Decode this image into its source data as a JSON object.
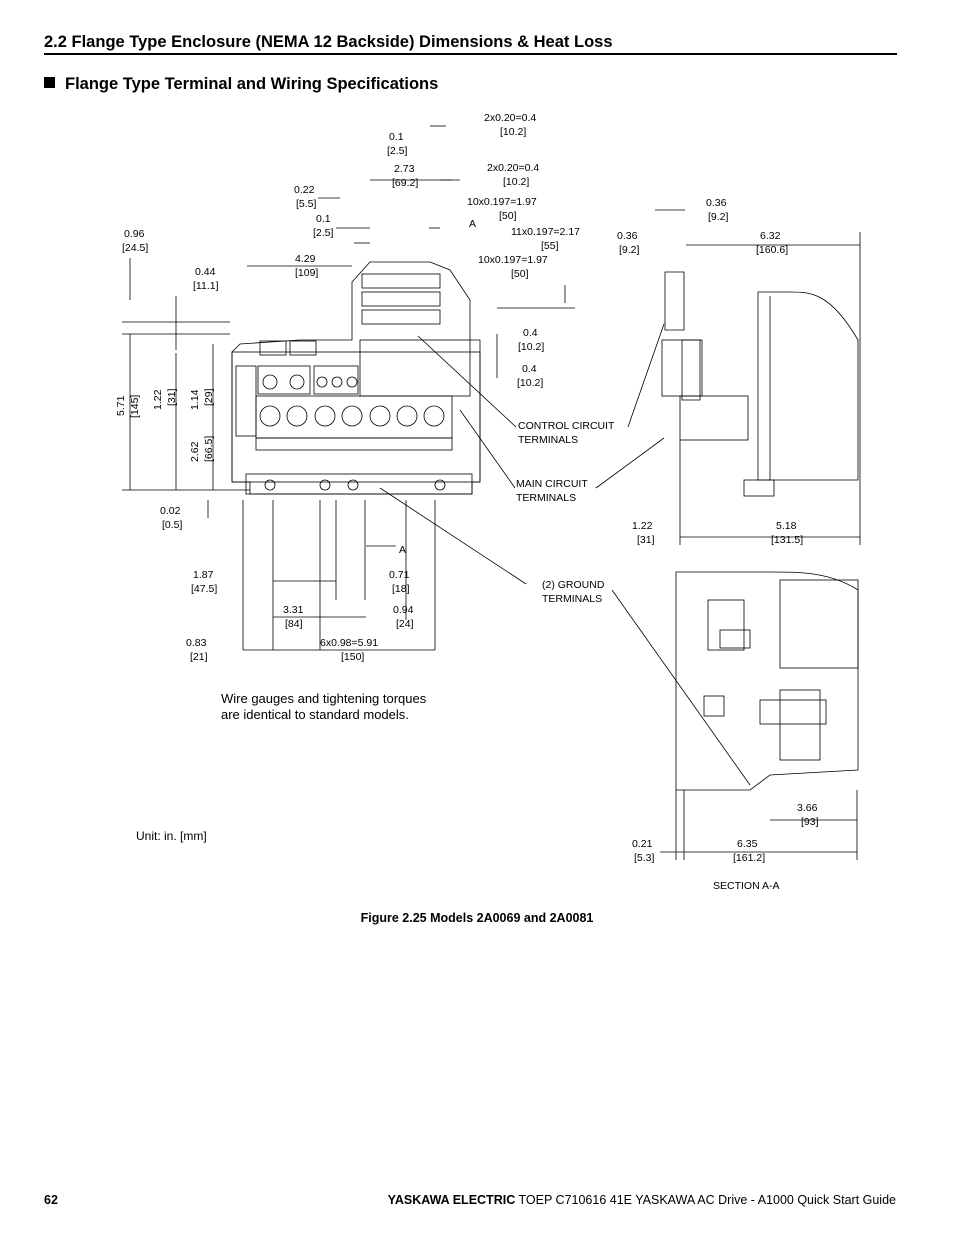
{
  "header": {
    "section_title": "2.2 Flange Type Enclosure (NEMA 12 Backside) Dimensions & Heat Loss",
    "subheading": "Flange Type Terminal and Wiring Specifications"
  },
  "figure": {
    "dims": {
      "d1_a": "2x0.20=0.4",
      "d1_b": "[10.2]",
      "d2_a": "0.1",
      "d2_b": "[2.5]",
      "d3_a": "2x0.20=0.4",
      "d3_b": "[10.2]",
      "d4_a": "2.73",
      "d4_b": "[69.2]",
      "d5_a": "0.22",
      "d5_b": "[5.5]",
      "d6_a": "10x0.197=1.97",
      "d6_b": "[50]",
      "d7_a": "0.1",
      "d7_b": "[2.5]",
      "d8_a": "11x0.197=2.17",
      "d8_b": "[55]",
      "d9_a": "0.96",
      "d9_b": "[24.5]",
      "d10_a": "10x0.197=1.97",
      "d10_b": "[50]",
      "d11_a": "4.29",
      "d11_b": "[109]",
      "d12_a": "0.44",
      "d12_b": "[11.1]",
      "d13_a": "0.4",
      "d13_b": "[10.2]",
      "d14_a": "0.4",
      "d14_b": "[10.2]",
      "d15_a": "0.02",
      "d15_b": "[0.5]",
      "d16_a": "1.87",
      "d16_b": "[47.5]",
      "d17_a": "0.71",
      "d17_b": "[18]",
      "d18_a": "3.31",
      "d18_b": "[84]",
      "d19_a": "0.94",
      "d19_b": "[24]",
      "d20_a": "0.83",
      "d20_b": "[21]",
      "d21_a": "6x0.98=5.91",
      "d21_b": "[150]",
      "v1_a": "5.71",
      "v1_b": "[145]",
      "v2_a": "1.22",
      "v2_b": "[31]",
      "v3_a": "1.14",
      "v3_b": "[29]",
      "v4_a": "2.62",
      "v4_b": "[66.5]",
      "s1_a": "0.36",
      "s1_b": "[9.2]",
      "s2_a": "0.36",
      "s2_b": "[9.2]",
      "s3_a": "6.32",
      "s3_b": "[160.6]",
      "s4_a": "1.22",
      "s4_b": "[31]",
      "s5_a": "5.18",
      "s5_b": "[131.5]",
      "s6_a": "3.66",
      "s6_b": "[93]",
      "s7_a": "0.21",
      "s7_b": "[5.3]",
      "s8_a": "6.35",
      "s8_b": "[161.2]"
    },
    "labels": {
      "control_1": "CONTROL CIRCUIT",
      "control_2": "TERMINALS",
      "main_1": "MAIN CIRCUIT",
      "main_2": "TERMINALS",
      "ground_1": "(2) GROUND",
      "ground_2": "TERMINALS",
      "section_mark": "A",
      "section_view": "SECTION A-A"
    },
    "note_line1": "Wire gauges and tightening torques",
    "note_line2": "are identical to standard models.",
    "unit": "Unit: in. [mm]",
    "caption": "Figure 2.25  Models 2A0069 and 2A0081"
  },
  "footer": {
    "page_number": "62",
    "brand": "YASKAWA ELECTRIC",
    "doc": " TOEP C710616 41E YASKAWA AC Drive - A1000 Quick Start Guide"
  }
}
